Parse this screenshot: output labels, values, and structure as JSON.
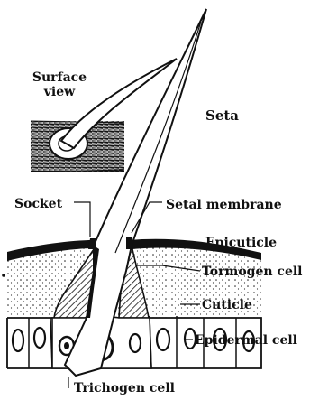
{
  "labels": {
    "surface_view_line1": "Surface",
    "surface_view_line2": "view",
    "seta": "Seta",
    "socket": "Socket",
    "setal_membrane": "Setal membrane",
    "epicuticle": "Epicuticle",
    "tormogen_cell": "Tormogen cell",
    "cuticle": "Cuticle",
    "epidermal_cell": "Epidermal cell",
    "trichogen_cell": "Trichogen cell"
  },
  "colors": {
    "ink": "#111111",
    "paper": "#ffffff"
  }
}
